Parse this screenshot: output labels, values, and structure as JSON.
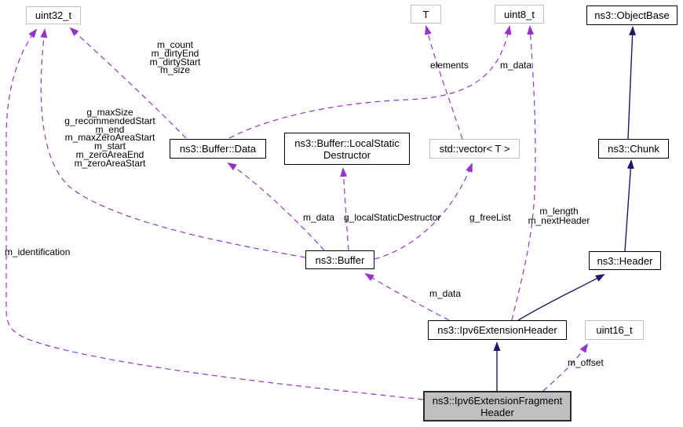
{
  "diagram": {
    "type": "doxygen-collaboration-diagram",
    "focus_class": "ns3::Ipv6ExtensionFragmentHeader",
    "colors": {
      "usage_edge": "#9932cc",
      "inheritance_edge": "#191970",
      "class_border": "#000000",
      "external_border": "#bfbfbf",
      "focus_fill": "#bfbfbf",
      "background": "#ffffff"
    }
  },
  "nodes": [
    {
      "id": "uint32_t",
      "label": "uint32_t",
      "kind": "external"
    },
    {
      "id": "T",
      "label": "T",
      "kind": "external"
    },
    {
      "id": "uint8_t",
      "label": "uint8_t",
      "kind": "external"
    },
    {
      "id": "ns3-objectbase",
      "label": "ns3::ObjectBase",
      "kind": "class"
    },
    {
      "id": "ns3-buffer-data",
      "label": "ns3::Buffer::Data",
      "kind": "class"
    },
    {
      "id": "ns3-buffer-localstatic-destructor",
      "label": "ns3::Buffer::LocalStatic\nDestructor",
      "kind": "class"
    },
    {
      "id": "std-vector-t",
      "label": "std::vector< T >",
      "kind": "external"
    },
    {
      "id": "ns3-chunk",
      "label": "ns3::Chunk",
      "kind": "class"
    },
    {
      "id": "ns3-buffer",
      "label": "ns3::Buffer",
      "kind": "class"
    },
    {
      "id": "ns3-header",
      "label": "ns3::Header",
      "kind": "class"
    },
    {
      "id": "ns3-ipv6extensionheader",
      "label": "ns3::Ipv6ExtensionHeader",
      "kind": "class"
    },
    {
      "id": "uint16_t",
      "label": "uint16_t",
      "kind": "external"
    },
    {
      "id": "ns3-ipv6extensionfragmentheader",
      "label": "ns3::Ipv6ExtensionFragment\nHeader",
      "kind": "focus"
    }
  ],
  "edges": [
    {
      "from": "ns3::Buffer::Data",
      "to": "uint32_t",
      "type": "usage",
      "label": "m_count\nm_dirtyEnd\nm_dirtyStart\nm_size"
    },
    {
      "from": "ns3::Buffer",
      "to": "uint32_t",
      "type": "usage",
      "label": "g_maxSize\ng_recommendedStart\nm_end\nm_maxZeroAreaStart\nm_start\nm_zeroAreaEnd\nm_zeroAreaStart"
    },
    {
      "from": "ns3::Ipv6ExtensionFragmentHeader",
      "to": "uint32_t",
      "type": "usage",
      "label": "m_identification"
    },
    {
      "from": "ns3::Buffer",
      "to": "ns3::Buffer::Data",
      "type": "usage",
      "label": "m_data"
    },
    {
      "from": "ns3::Buffer",
      "to": "ns3::Buffer::LocalStaticDestructor",
      "type": "usage",
      "label": "g_localStaticDestructor"
    },
    {
      "from": "ns3::Buffer",
      "to": "std::vector< T >",
      "type": "usage",
      "label": "g_freeList"
    },
    {
      "from": "std::vector< T >",
      "to": "T",
      "type": "usage",
      "label": "elements"
    },
    {
      "from": "ns3::Buffer::Data",
      "to": "uint8_t",
      "type": "usage",
      "label": "m_data"
    },
    {
      "from": "ns3::Ipv6ExtensionHeader",
      "to": "uint8_t",
      "type": "usage",
      "label": "m_length\nm_nextHeader"
    },
    {
      "from": "ns3::Ipv6ExtensionHeader",
      "to": "ns3::Buffer",
      "type": "usage",
      "label": "m_data"
    },
    {
      "from": "ns3::Ipv6ExtensionFragmentHeader",
      "to": "uint16_t",
      "type": "usage",
      "label": "m_offset"
    },
    {
      "from": "ns3::Ipv6ExtensionHeader",
      "to": "ns3::Header",
      "type": "inheritance",
      "label": ""
    },
    {
      "from": "ns3::Ipv6ExtensionFragmentHeader",
      "to": "ns3::Ipv6ExtensionHeader",
      "type": "inheritance",
      "label": ""
    },
    {
      "from": "ns3::Chunk",
      "to": "ns3::ObjectBase",
      "type": "inheritance",
      "label": ""
    },
    {
      "from": "ns3::Header",
      "to": "ns3::Chunk",
      "type": "inheritance",
      "label": ""
    }
  ]
}
